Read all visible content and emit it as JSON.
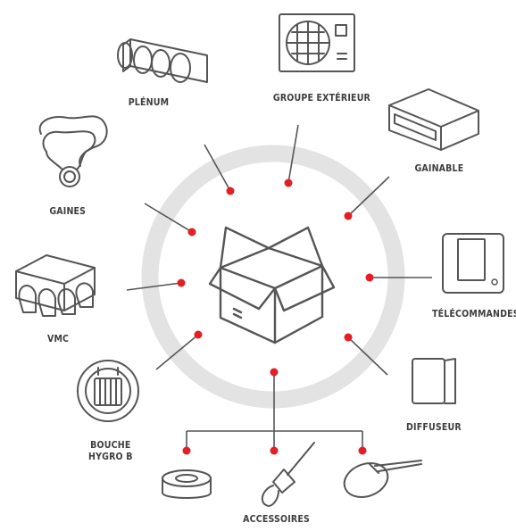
{
  "colors": {
    "ring": "#e3e3e3",
    "dot": "#e31e24",
    "line": "#555555",
    "text": "#3d3d3d"
  },
  "labels": {
    "plenum": "PLÉNUM",
    "groupe_exterieur": "GROUPE EXTÉRIEUR",
    "gainable": "GAINABLE",
    "gaines": "GAINES",
    "telecommandes": "TÉLÉCOMMANDES",
    "vmc": "VMC",
    "diffuseur": "DIFFUSEUR",
    "bouche_line1": "BOUCHE",
    "bouche_line2": "HYGRO B",
    "accessoires": "ACCESSOIRES"
  },
  "icons": [
    "plenum-icon",
    "outdoor-unit-icon",
    "ducted-unit-icon",
    "ducts-icon",
    "remote-control-icon",
    "vmc-icon",
    "diffuser-icon",
    "hygro-vent-icon",
    "tape-icon",
    "tool-icon",
    "cable-tie-icon",
    "box-icon"
  ]
}
